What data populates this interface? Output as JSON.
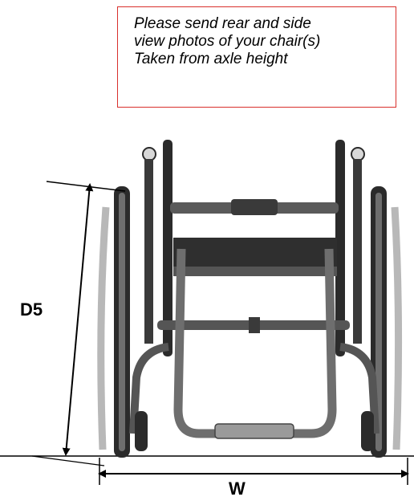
{
  "note": {
    "lines": [
      "Please send rear and side",
      "view photos of your chair(s)",
      "Taken from axle height"
    ],
    "border_color": "#d9302c"
  },
  "dimensions": {
    "height_label": "D5",
    "width_label": "W"
  },
  "colors": {
    "line": "#000000",
    "chair_dark": "#2b2b2b",
    "chair_mid": "#6e6e6e",
    "chair_light": "#b8b8b8"
  }
}
